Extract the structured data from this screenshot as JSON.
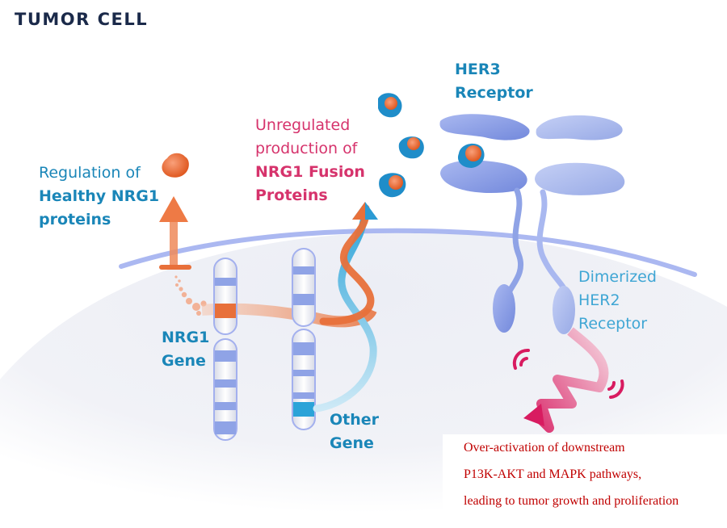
{
  "title": "TUMOR CELL",
  "labels": {
    "regulation": {
      "line1": "Regulation of",
      "line2": "Healthy NRG1",
      "line3": "proteins"
    },
    "unregulated": {
      "line1": "Unregulated",
      "line2": "production of",
      "line3": "NRG1 Fusion",
      "line4": "Proteins"
    },
    "her3": {
      "line1": "HER3",
      "line2": "Receptor"
    },
    "her2": {
      "line1": "Dimerized",
      "line2": "HER2",
      "line3": "Receptor"
    },
    "nrg1_gene": {
      "line1": "NRG1",
      "line2": "Gene"
    },
    "other_gene": {
      "line1": "Other",
      "line2": "Gene"
    }
  },
  "annotation": {
    "line1": "Over-activation of downstream",
    "line2": "P13K-AKT and MAPK pathways,",
    "line3": "leading to tumor growth and proliferation"
  },
  "colors": {
    "title": "#1b2a4a",
    "label_blue": "#1a86b8",
    "label_pink": "#d6336c",
    "nrg1_orange": "#e8703a",
    "other_gene_blue": "#2ba3d8",
    "receptor": "#8fa3e6",
    "signal_pink": "#d81b60",
    "annotation_red": "#c00000"
  }
}
